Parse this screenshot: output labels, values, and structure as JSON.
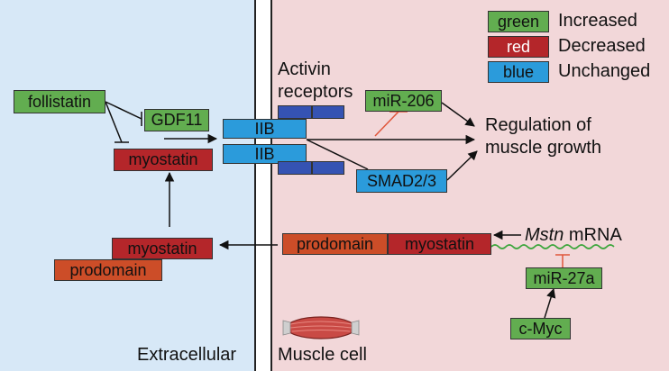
{
  "legend": [
    {
      "swatch": "green",
      "label": "Increased",
      "color": "#62ad50"
    },
    {
      "swatch": "red",
      "label": "Decreased",
      "color": "#b4262a"
    },
    {
      "swatch": "blue",
      "label": "Unchanged",
      "color": "#2b9bdb"
    }
  ],
  "nodes": {
    "follistatin": "follistatin",
    "gdf11": "GDF11",
    "myostatin_top": "myostatin",
    "receptor_iib_upper": "IIB",
    "receptor_iib_lower": "IIB",
    "activin_receptors": [
      "Activin",
      "receptors"
    ],
    "mir206": "miR-206",
    "smad": "SMAD2/3",
    "regulation": [
      "Regulation of",
      "muscle growth"
    ],
    "prodomain_cell": "prodomain",
    "myostatin_cell": "myostatin",
    "mstn_mrna_italic": "Mstn",
    "mstn_mrna_rest": " mRNA",
    "mir27a": "miR-27a",
    "cmyc": "c-Myc",
    "myostatin_extra": "myostatin",
    "prodomain_extra": "prodomain"
  },
  "regions": {
    "extracellular": "Extracellular",
    "muscle_cell": "Muscle cell"
  },
  "colors": {
    "extracellular_bg": "#d7e8f7",
    "cell_bg": "#f2d7d9",
    "inhibition_line": "#e0553a",
    "mrna_wave": "#3aa53a",
    "receptor_dark": "#3553b3"
  },
  "icons": [
    "muscle-icon"
  ]
}
